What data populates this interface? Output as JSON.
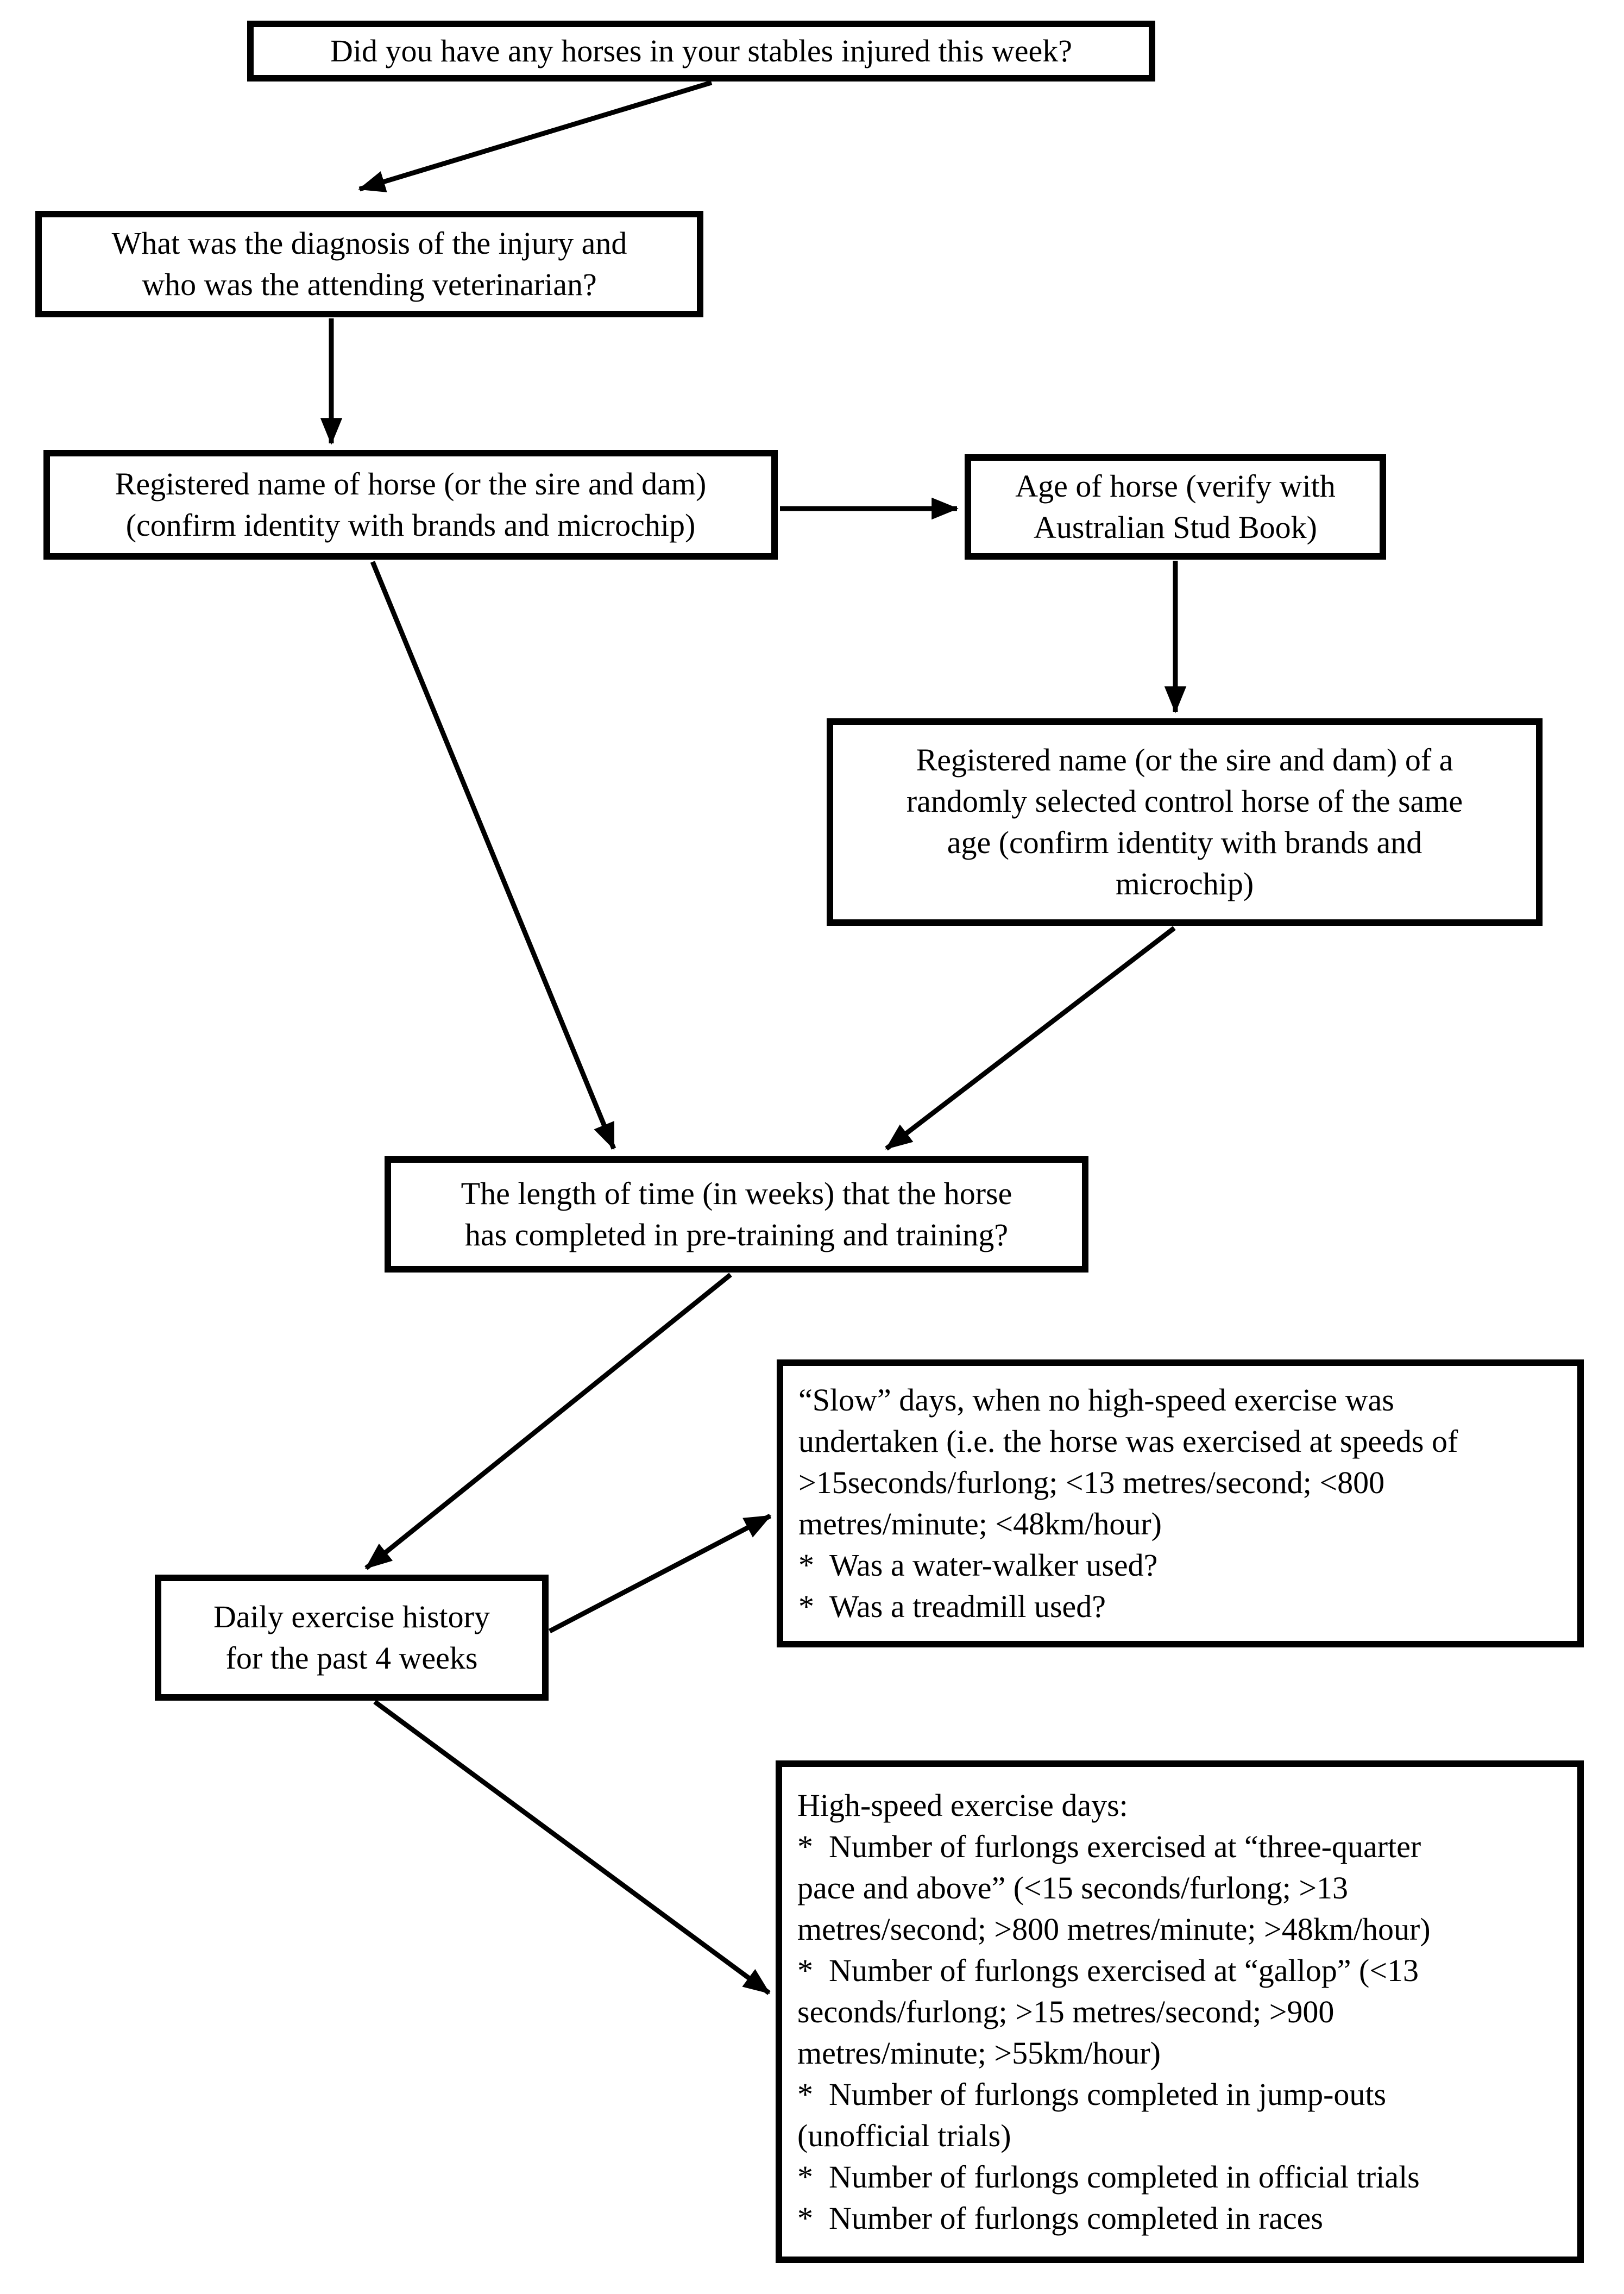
{
  "flowchart": {
    "description": "Horse stable injury weekly surveillance question flow",
    "colors": {
      "background": "#ffffff",
      "box_border": "#000000",
      "text": "#000000",
      "arrow": "#000000"
    },
    "boxes": [
      {
        "id": "injured-this-week",
        "lines": [
          "Did you have any horses in your stables injured this week?"
        ]
      },
      {
        "id": "diagnosis-veterinarian",
        "lines": [
          "What was the diagnosis of the injury and",
          "who was the attending veterinarian?"
        ]
      },
      {
        "id": "registered-name-case-horse",
        "lines": [
          "Registered name of horse (or the sire and dam)",
          "(confirm identity with brands and microchip)"
        ]
      },
      {
        "id": "age-of-horse",
        "lines": [
          "Age of horse (verify with",
          "Australian Stud Book)"
        ]
      },
      {
        "id": "control-horse",
        "lines": [
          "Registered name (or the sire and dam) of a",
          "randomly selected control horse of the same",
          "age (confirm identity with brands and",
          "microchip)"
        ]
      },
      {
        "id": "training-length",
        "lines": [
          "The length of time (in weeks) that the horse",
          "has completed in pre-training and training?"
        ]
      },
      {
        "id": "daily-exercise-history",
        "lines": [
          "Daily exercise history",
          "for the past 4 weeks"
        ]
      },
      {
        "id": "slow-days",
        "lines": [
          "“Slow” days, when no high-speed exercise was",
          "undertaken (i.e. the horse was exercised at speeds of",
          ">15seconds/furlong; <13 metres/second; <800",
          "metres/minute; <48km/hour)",
          "*  Was a water-walker used?",
          "*  Was a treadmill used?"
        ]
      },
      {
        "id": "high-speed-days",
        "lines": [
          "High-speed exercise days:",
          "*  Number of furlongs exercised at “three-quarter",
          "pace and above” (<15 seconds/furlong; >13",
          "metres/second; >800 metres/minute; >48km/hour)",
          "*  Number of furlongs exercised at “gallop” (<13",
          "seconds/furlong; >15 metres/second; >900",
          "metres/minute; >55km/hour)",
          "*  Number of furlongs completed in jump-outs",
          "(unofficial trials)",
          "*  Number of furlongs completed in official trials",
          "*  Number of furlongs completed in races"
        ]
      }
    ]
  }
}
